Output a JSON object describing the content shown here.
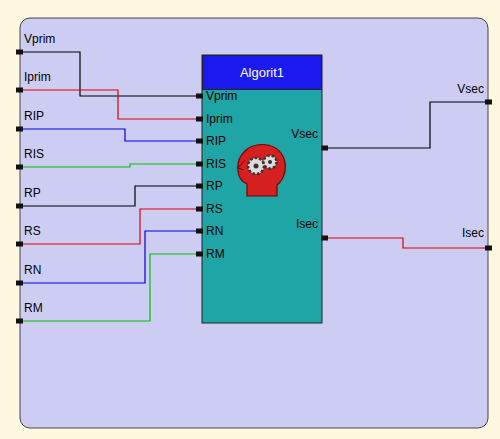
{
  "diagram": {
    "nodes": [
      {
        "text": [
          "Algorit1"
        ]
      }
    ],
    "labels": [
      "Vprim",
      "Iprim",
      "RIP",
      "RIS",
      "RP",
      "RS",
      "RN",
      "RM",
      "Vprim",
      "Iprim",
      "RIP",
      "RIS",
      "RP",
      "RS",
      "RN",
      "RM",
      "Vsec",
      "Isec",
      "Vsec",
      "Isec"
    ]
  }
}
